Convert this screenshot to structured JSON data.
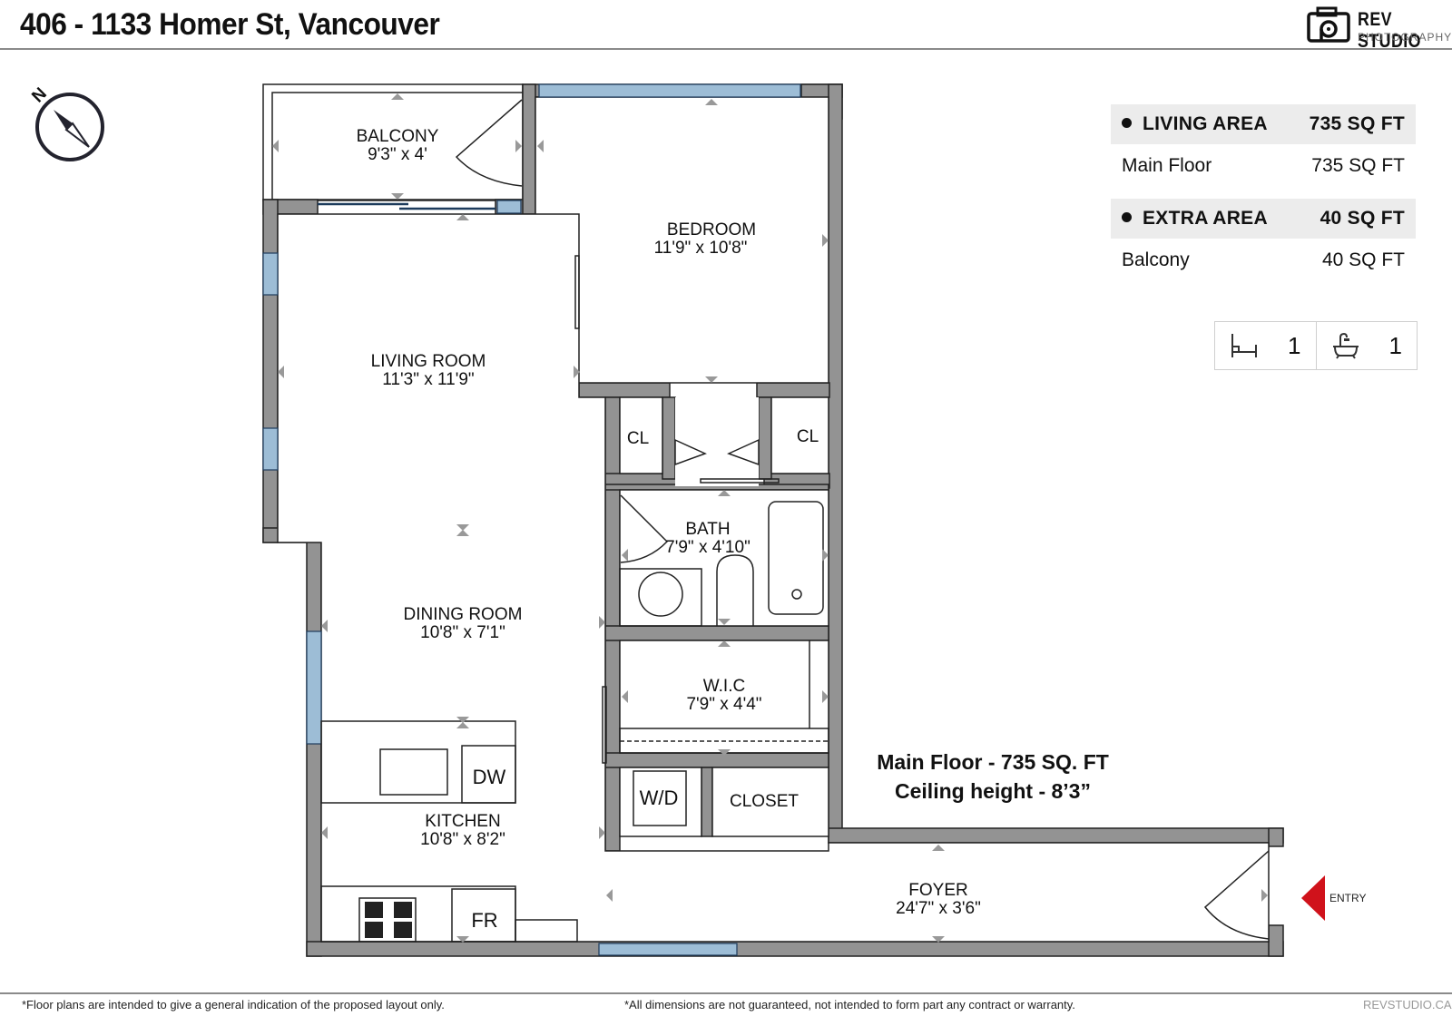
{
  "header": {
    "title": "406 - 1133 Homer St, Vancouver",
    "brand": "REV STUDIO",
    "brand_sub": "PHOTOGRAPHY"
  },
  "compass": {
    "label": "N",
    "icon": "compass-icon"
  },
  "areas": {
    "living": {
      "label": "LIVING AREA",
      "value": "735 SQ FT",
      "rows": [
        {
          "label": "Main Floor",
          "value": "735 SQ FT"
        }
      ]
    },
    "extra": {
      "label": "EXTRA AREA",
      "value": "40 SQ FT",
      "rows": [
        {
          "label": "Balcony",
          "value": "40 SQ FT"
        }
      ]
    }
  },
  "counts": {
    "bedrooms": {
      "icon": "bed-icon",
      "value": "1"
    },
    "bathrooms": {
      "icon": "bathtub-icon",
      "value": "1"
    }
  },
  "rooms": {
    "balcony": {
      "name": "BALCONY",
      "dims": "9'3\" x 4'"
    },
    "bedroom": {
      "name": "BEDROOM",
      "dims": "11'9\" x 10'8\""
    },
    "living": {
      "name": "LIVING ROOM",
      "dims": "11'3\" x 11'9\""
    },
    "dining": {
      "name": "DINING ROOM",
      "dims": "10'8\" x 7'1\""
    },
    "kitchen": {
      "name": "KITCHEN",
      "dims": "10'8\" x 8'2\""
    },
    "bath": {
      "name": "BATH",
      "dims": "7'9\" x 4'10\""
    },
    "wic": {
      "name": "W.I.C",
      "dims": "7'9\" x 4'4\""
    },
    "foyer": {
      "name": "FOYER",
      "dims": "24'7\" x 3'6\""
    },
    "cl_left": {
      "name": "CL"
    },
    "cl_right": {
      "name": "CL"
    },
    "closet": {
      "name": "CLOSET"
    },
    "wd": {
      "name": "W/D"
    },
    "dw": {
      "name": "DW"
    },
    "fr": {
      "name": "FR"
    }
  },
  "plan_notes": {
    "floor": "Main Floor - 735 SQ. FT",
    "ceiling": "Ceiling height - 8’3”",
    "entry": "ENTRY"
  },
  "colors": {
    "wall": "#939393",
    "window": "#9dbdd6",
    "entry_arrow": "#d0121b"
  },
  "footer": {
    "left": "*Floor plans are intended to give a general indication of the proposed layout only.",
    "center": "*All dimensions are not guaranteed, not intended to form part any contract or warranty.",
    "right": "REVSTUDIO.CA"
  }
}
